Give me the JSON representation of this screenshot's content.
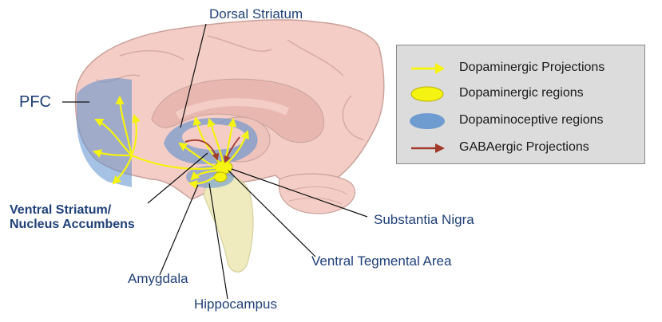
{
  "labels": {
    "dorsal_striatum": "Dorsal Striatum",
    "pfc": "PFC",
    "ventral_striatum_line1": "Ventral Striatum/",
    "ventral_striatum_line2": "Nucleus Accumbens",
    "amygdala": "Amygdala",
    "hippocampus": "Hippocampus",
    "substantia_nigra": "Substantia Nigra",
    "vta": "Ventral Tegmental Area"
  },
  "legend": {
    "items": [
      {
        "label": "Dopaminergic Projections",
        "symbol": "yellow-arrow"
      },
      {
        "label": "Dopaminergic regions",
        "symbol": "yellow-ellipse"
      },
      {
        "label": "Dopaminoceptive regions",
        "symbol": "blue-ellipse"
      },
      {
        "label": "GABAergic Projections",
        "symbol": "red-arrow"
      }
    ]
  },
  "colors": {
    "brain": "#f3cdc6",
    "brain_outline": "#c9a29b",
    "dopaminergic": "#f5f312",
    "dopaminoceptive": "#5b8fce",
    "gabaergic": "#a23a2c",
    "label_text": "#1f3f78"
  }
}
